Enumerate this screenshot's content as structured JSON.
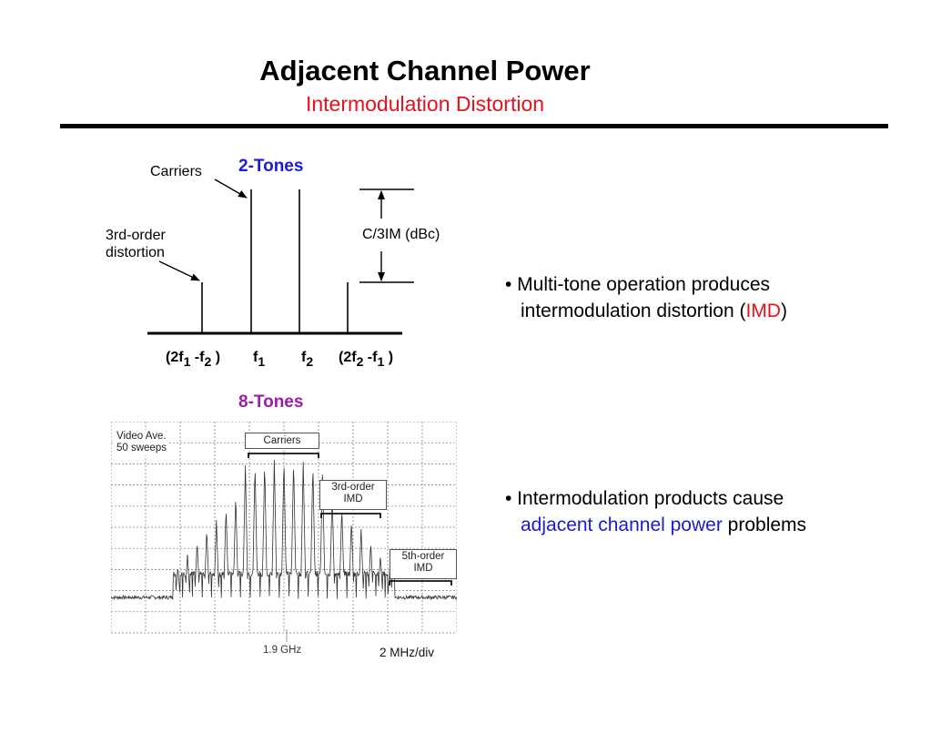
{
  "header": {
    "title": "Adjacent Channel Power",
    "subtitle": "Intermodulation Distortion"
  },
  "two_tone": {
    "heading": "2-Tones",
    "carriers_label": "Carriers",
    "distortion_label_line1": "3rd-order",
    "distortion_label_line2": "distortion",
    "ratio_label": "C/3IM (dBc)",
    "freq_labels": {
      "imd_low": {
        "main": "(2f",
        "s1": "1",
        "mid": " -f",
        "s2": "2",
        "end": " )"
      },
      "f1": {
        "main": "f",
        "sub": "1"
      },
      "f2": {
        "main": "f",
        "sub": "2"
      },
      "imd_high": {
        "main": "(2f",
        "s1": "2",
        "mid": " -f",
        "s2": "1",
        "end": " )"
      }
    }
  },
  "eight_tone": {
    "heading": "8-Tones",
    "video_ave_line1": "Video Ave.",
    "video_ave_line2": "50 sweeps",
    "carriers_box": "Carriers",
    "third_order_line1": "3rd-order",
    "third_order_line2": "IMD",
    "fifth_order_line1": "5th-order",
    "fifth_order_line2": "IMD",
    "center_freq": "1.9 GHz",
    "span": "2 MHz/div"
  },
  "bullets": {
    "b1_line1": "• Multi-tone operation produces",
    "b1_line2_pre": "intermodulation distortion (",
    "b1_line2_red": "IMD",
    "b1_line2_post": ")",
    "b2_line1": "•  Intermodulation products cause",
    "b2_line2_blue": "adjacent channel power",
    "b2_line2_post": " problems"
  },
  "colors": {
    "accent_red": "#e8101a",
    "accent_blue": "#1a1adb",
    "accent_purple": "#9b1ea8"
  }
}
